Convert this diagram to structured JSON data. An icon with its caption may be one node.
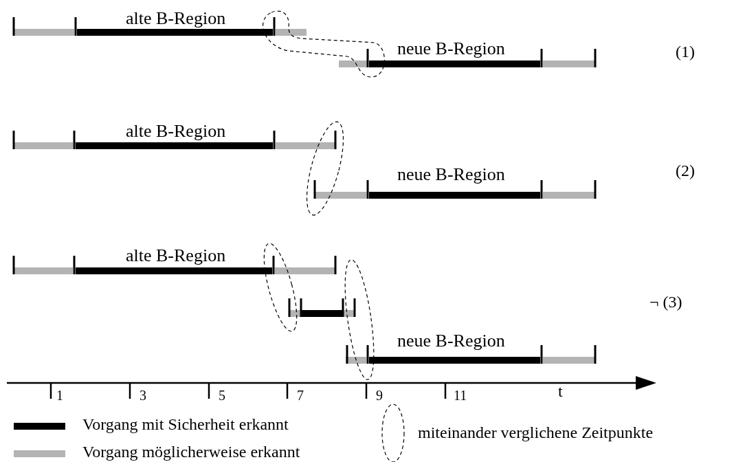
{
  "diagram": {
    "labels": [
      "alte B-Region",
      "neue B-Region",
      "(1)",
      "alte B-Region",
      "neue B-Region",
      "(2)",
      "alte B-Region",
      "¬ (3)",
      "neue B-Region",
      "1",
      "3",
      "5",
      "7",
      "9",
      "11",
      "t"
    ],
    "legend": [
      {
        "text": "Vorgang mit Sicherheit erkannt",
        "color": "#000000"
      },
      {
        "text": "Vorgang möglicherweise erkannt",
        "color": "#b3b3b3"
      },
      {
        "text": "miteinander verglichene Zeitpunkte"
      }
    ]
  }
}
